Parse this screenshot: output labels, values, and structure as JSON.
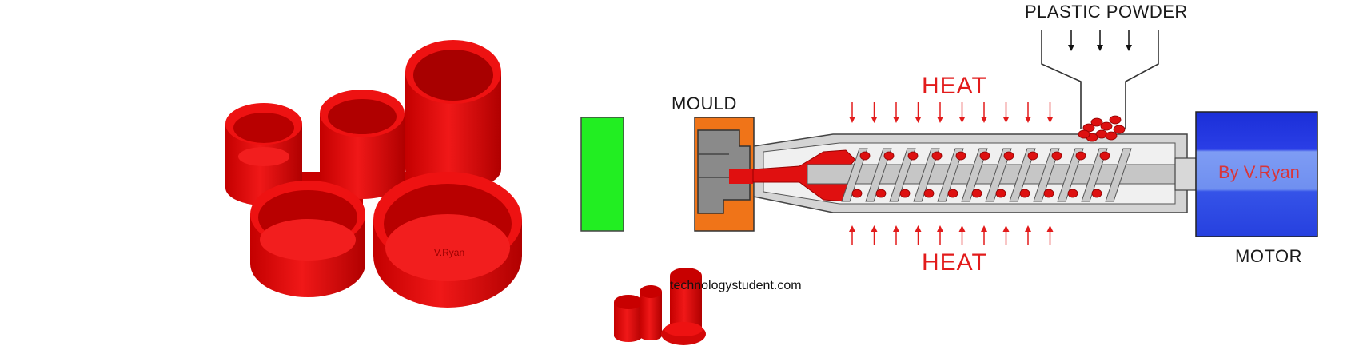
{
  "labels": {
    "plastic_powder": "PLASTIC POWDER",
    "mould": "MOULD",
    "heat_top": "HEAT",
    "heat_bottom": "HEAT",
    "motor": "MOTOR",
    "credit": "By V.Ryan",
    "watermark": "technologystudent.com",
    "part_engraving": "V.Ryan"
  },
  "colors": {
    "plastic_red": "#e01010",
    "plastic_dark": "#a00000",
    "mould_orange": "#f07418",
    "mould_grey": "#8a8a8a",
    "barrel_grey": "#d4d4d4",
    "screw_grey": "#c6c6c6",
    "closing_block_green": "#22ee22",
    "motor_blue": "#2233dd",
    "motor_light": "#6f8ff0",
    "heat_red": "#e21b1b"
  },
  "heat_arrows": {
    "top_count": 10,
    "bottom_count": 10
  },
  "hopper_arrows": 3
}
